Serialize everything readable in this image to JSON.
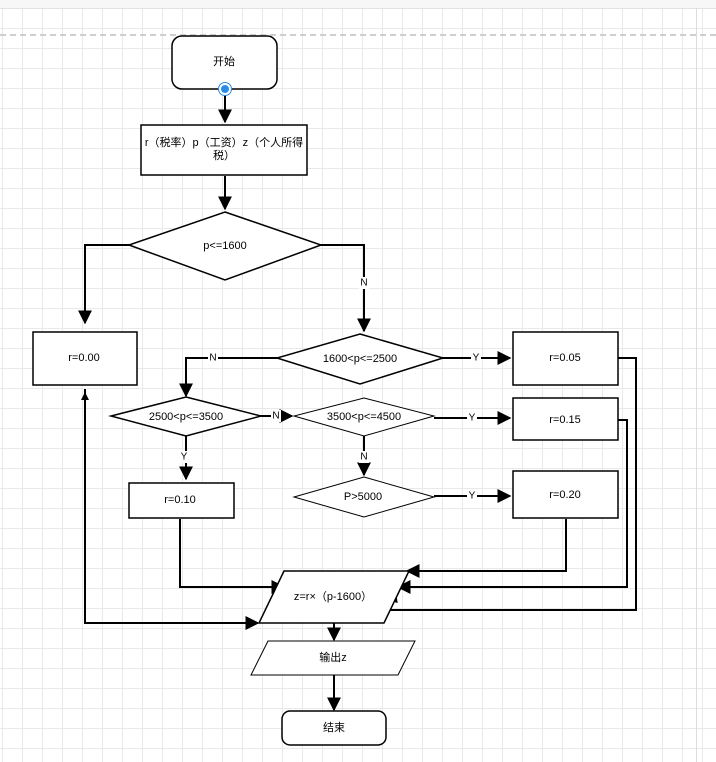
{
  "nodes": {
    "start": "开始",
    "input_vars": "r（税率）p（工资）z（个人所得税）",
    "cond_1600": "p<=1600",
    "rate_000": "r=0.00",
    "cond_1600_2500": "1600<p<=2500",
    "rate_005": "r=0.05",
    "cond_2500_3500": "2500<p<=3500",
    "cond_3500_4500": "3500<p<=4500",
    "rate_015": "r=0.15",
    "rate_010": "r=0.10",
    "cond_5000": "P>5000",
    "rate_020": "r=0.20",
    "formula": "z=r×（p-1600）",
    "output": "输出z",
    "end": "结束"
  },
  "edge_labels": {
    "no_1600": "N",
    "no_2500": "N",
    "yes_2500": "Y",
    "no_3500": "N",
    "yes_4500": "Y",
    "yes_3500": "Y",
    "no_4500": "N",
    "yes_5000": "Y"
  },
  "colors": {
    "stroke": "#000000",
    "handle": "#2a8ce8",
    "grid": "#e9e9e9"
  }
}
